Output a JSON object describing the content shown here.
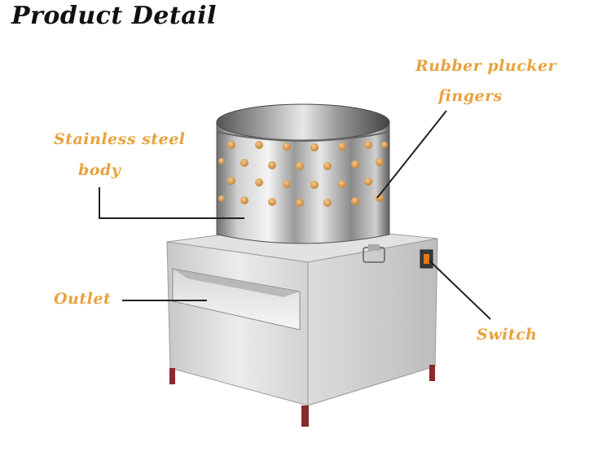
{
  "title": "Product Detail",
  "labels": {
    "rubber_line1": "Rubber plucker",
    "rubber_line2": "fingers",
    "stainless_line1": "Stainless steel",
    "stainless_line2": "body",
    "outlet": "Outlet",
    "switch": "Switch"
  },
  "colors": {
    "label_text": "#e8a23e",
    "title_text": "#111111",
    "finger": "#d9a15a",
    "switch_accent": "#e07a1a",
    "leg": "#8a2a2a"
  }
}
